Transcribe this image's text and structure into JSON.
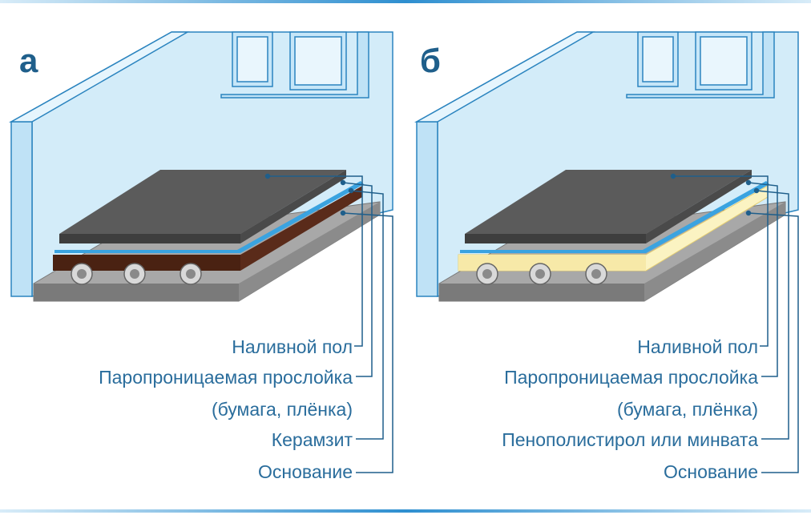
{
  "panels": [
    {
      "letter": "а",
      "labels": {
        "floor": "Наливной пол",
        "membrane": "Паропроницаемая прослойка",
        "membrane_note": "(бумага, плёнка)",
        "insulation": "Керамзит",
        "base": "Основание"
      },
      "insulation_fill": "#5a2b1a"
    },
    {
      "letter": "б",
      "labels": {
        "floor": "Наливной пол",
        "membrane": "Паропроницаемая прослойка",
        "membrane_note": "(бумага, плёнка)",
        "insulation": "Пенополистирол или минвата",
        "base": "Основание"
      },
      "insulation_fill": "#fbf3c2"
    }
  ],
  "colors": {
    "wall": "#d3ecf9",
    "wall_stroke": "#2b84bf",
    "slab": "#5b5b5b",
    "base_top": "#a8a8a8",
    "membrane": "#3aa3e0",
    "label_text": "#2a6d9c",
    "leader": "#1f5f8b"
  }
}
